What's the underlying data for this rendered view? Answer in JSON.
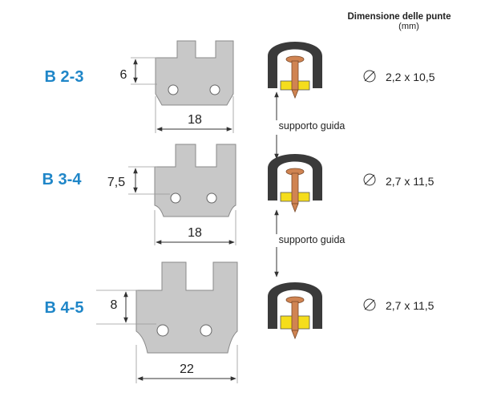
{
  "header": {
    "line1": "Dimensione delle punte",
    "line2": "(mm)"
  },
  "colors": {
    "label_blue": "#1f86c8",
    "plate_fill": "#c8c8c8",
    "plate_stroke": "#8a8a8a",
    "arch_dark": "#3a3a3a",
    "yellow": "#f5dd1c",
    "copper": "#d08452",
    "dim": "#333333",
    "ext": "#9a9a9a"
  },
  "rows": [
    {
      "code": "B 2-3",
      "height": "6",
      "width": "18",
      "tip": "2,2 x 10,5"
    },
    {
      "code": "B 3-4",
      "height": "7,5",
      "width": "18",
      "tip": "2,7 x 11,5"
    },
    {
      "code": "B 4-5",
      "height": "8",
      "width": "22",
      "tip": "2,7 x 11,5"
    }
  ],
  "support_label": "supporto guida",
  "diameter_symbol": "diameter-icon",
  "tip_icon": "rivet-support-icon"
}
